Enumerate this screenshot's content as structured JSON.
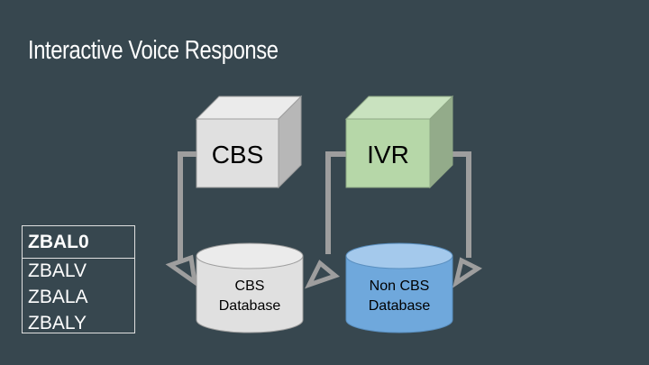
{
  "title": "Interactive Voice Response",
  "nodes": {
    "cbs_server": {
      "label": "CBS",
      "icon": "cube-icon",
      "color": "#e0e0e0"
    },
    "ivr_server": {
      "label": "IVR",
      "icon": "cube-icon",
      "color": "#b6d7a8"
    },
    "cbs_database": {
      "label_line1": "CBS",
      "label_line2": "Database",
      "icon": "cylinder-icon",
      "color": "#e0e0e0"
    },
    "noncbs_database": {
      "label_line1": "Non CBS",
      "label_line2": "Database",
      "icon": "cylinder-icon",
      "color": "#6fa8dc"
    }
  },
  "connections": [
    {
      "from": "CBS",
      "to": "CBS Database"
    },
    {
      "from": "IVR",
      "to": "CBS Database"
    },
    {
      "from": "IVR",
      "to": "Non CBS Database"
    }
  ],
  "codes": {
    "items": [
      "ZBAL0",
      "ZBALV",
      "ZBALA",
      "ZBALY"
    ]
  }
}
